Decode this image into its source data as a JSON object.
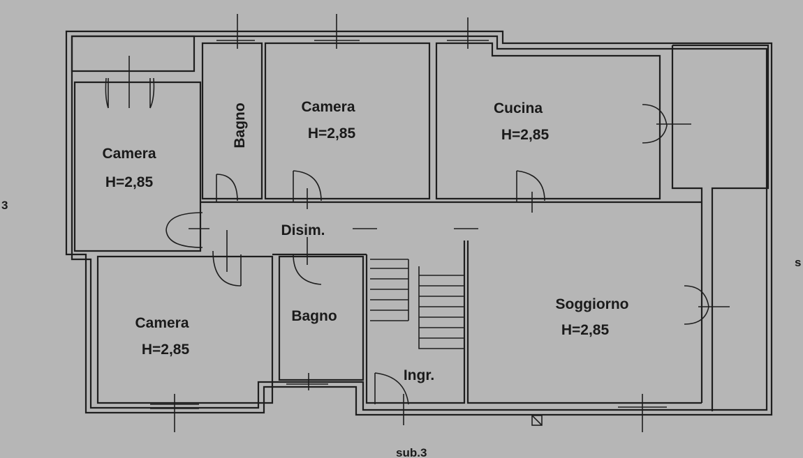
{
  "plan": {
    "rooms": [
      {
        "id": "camera-left",
        "name": "Camera",
        "height": "H=2,85"
      },
      {
        "id": "bagno-top",
        "name": "Bagno"
      },
      {
        "id": "camera-middle",
        "name": "Camera",
        "height": "H=2,85"
      },
      {
        "id": "cucina",
        "name": "Cucina",
        "height": "H=2,85"
      },
      {
        "id": "disimpegno",
        "name": "Disim."
      },
      {
        "id": "camera-bottom",
        "name": "Camera",
        "height": "H=2,85"
      },
      {
        "id": "bagno-bottom",
        "name": "Bagno"
      },
      {
        "id": "ingresso",
        "name": "Ingr."
      },
      {
        "id": "soggiorno",
        "name": "Soggiorno",
        "height": "H=2,85"
      }
    ],
    "edge_labels": {
      "left": "3",
      "right": "s",
      "bottom": "sub.3"
    }
  },
  "colors": {
    "background": "#b6b6b6",
    "ink": "#1e1e1e"
  }
}
